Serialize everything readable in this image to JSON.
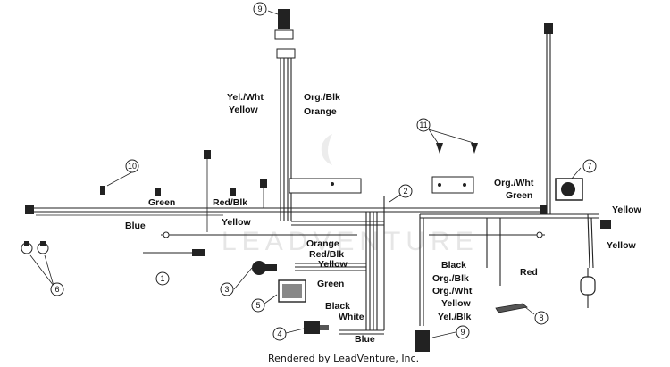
{
  "watermark": {
    "brand": "LEADVENTURE"
  },
  "credit": "Rendered by LeadVenture, Inc.",
  "callouts": {
    "n1": "1",
    "n2": "2",
    "n3": "3",
    "n4": "4",
    "n5": "5",
    "n6": "6",
    "n7": "7",
    "n8": "8",
    "n9a": "9",
    "n9b": "9",
    "n10": "10",
    "n11": "11"
  },
  "wire_labels": {
    "yel_wht_top": "Yel./Wht",
    "yellow_top": "Yellow",
    "org_blk_top": "Org./Blk",
    "orange_top": "Orange",
    "green_left": "Green",
    "red_blk": "Red/Blk",
    "blue_left": "Blue",
    "yellow_mid": "Yellow",
    "orange_mid": "Orange",
    "red_blk_mid": "Red/Blk",
    "yellow_mid2": "Yellow",
    "green_mid": "Green",
    "black_mid": "Black",
    "white_mid": "White",
    "blue_bottom": "Blue",
    "org_wht_right": "Org./Wht",
    "green_right": "Green",
    "yellow_right1": "Yellow",
    "yellow_right2": "Yellow",
    "black_right": "Black",
    "red_right": "Red",
    "org_blk_low": "Org./Blk",
    "org_wht_low": "Org./Wht",
    "yellow_low": "Yellow",
    "yel_blk_low": "Yel./Blk"
  }
}
